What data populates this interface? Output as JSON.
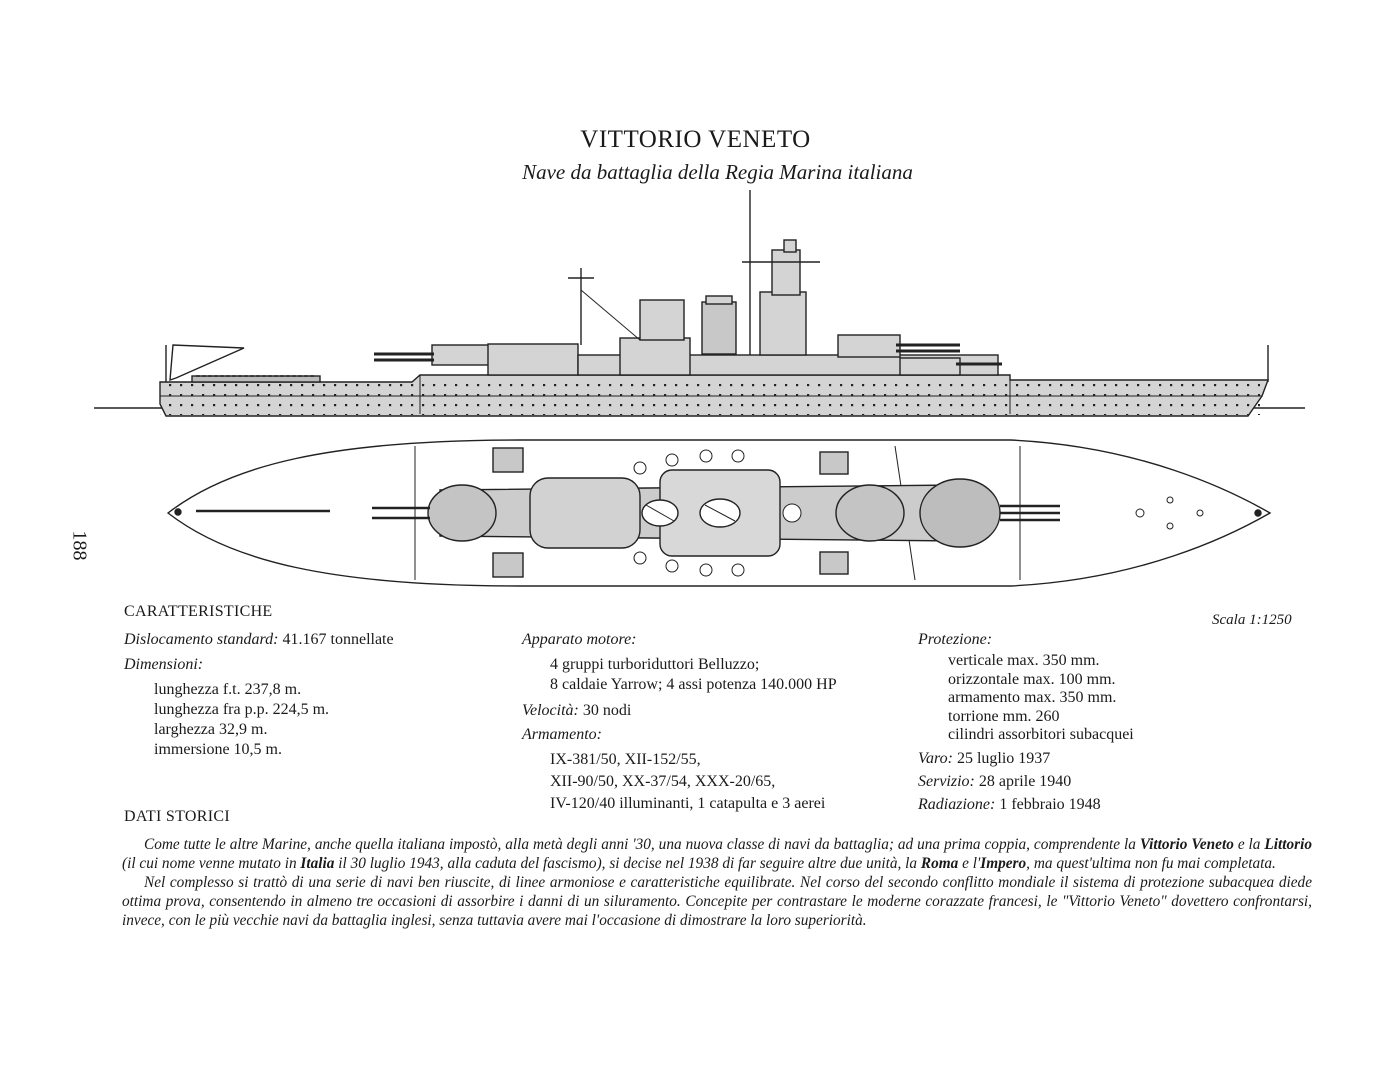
{
  "page_number": "188",
  "title": "VITTORIO VENETO",
  "subtitle": "Nave da battaglia della Regia Marina italiana",
  "scale": "Scala 1:1250",
  "characteristics": {
    "heading": "CARATTERISTICHE",
    "displacement_label": "Dislocamento standard:",
    "displacement_value": " 41.167 tonnellate",
    "dimensions_label": "Dimensioni:",
    "dimensions": [
      "lunghezza f.t. 237,8 m.",
      "lunghezza fra p.p. 224,5 m.",
      "larghezza 32,9 m.",
      "immersione 10,5 m."
    ]
  },
  "engine": {
    "label": "Apparato motore:",
    "lines": [
      "4 gruppi turboriduttori Belluzzo;",
      "8 caldaie Yarrow; 4 assi potenza 140.000 HP"
    ],
    "speed_label": "Velocità:",
    "speed_value": " 30 nodi",
    "armament_label": "Armamento:",
    "armament": [
      "IX-381/50, XII-152/55,",
      "XII-90/50, XX-37/54, XXX-20/65,",
      "IV-120/40 illuminanti, 1 catapulta e 3 aerei"
    ]
  },
  "protection": {
    "label": "Protezione:",
    "lines": [
      "verticale max. 350 mm.",
      "orizzontale max. 100 mm.",
      "armamento max. 350 mm.",
      "torrione mm. 260",
      "cilindri assorbitori subacquei"
    ],
    "launch_label": "Varo:",
    "launch_value": " 25 luglio 1937",
    "service_label": "Servizio:",
    "service_value": " 28 aprile 1940",
    "struck_label": "Radiazione:",
    "struck_value": " 1 febbraio 1948"
  },
  "history": {
    "heading": "DATI STORICI",
    "p1": [
      "Come tutte le altre Marine, anche quella italiana impostò, alla metà degli anni '30, una nuova classe di navi da battaglia; ad una prima coppia, comprendente la ",
      "Vittorio Veneto",
      " e la ",
      "Littorio",
      " (il cui nome venne mutato in ",
      "Italia",
      " il 30 luglio 1943, alla caduta del fascismo), si decise nel 1938 di far seguire altre due unità, la ",
      "Roma",
      " e l'",
      "Impero",
      ", ma quest'ultima non fu mai completata."
    ],
    "p2": "Nel complesso si trattò di una serie di navi ben riuscite, di linee armoniose e caratteristiche equilibrate. Nel corso del secondo conflitto mondiale il sistema di protezione subacquea diede ottima prova, consentendo in almeno tre occasioni di assorbire i danni di un siluramento. Concepite per contrastare le moderne corazzate francesi, le \"Vittorio Veneto\" dovettero confrontarsi, invece, con le più vecchie navi da battaglia inglesi, senza tuttavia avere mai l'occasione di dimostrare la loro superiorità."
  }
}
